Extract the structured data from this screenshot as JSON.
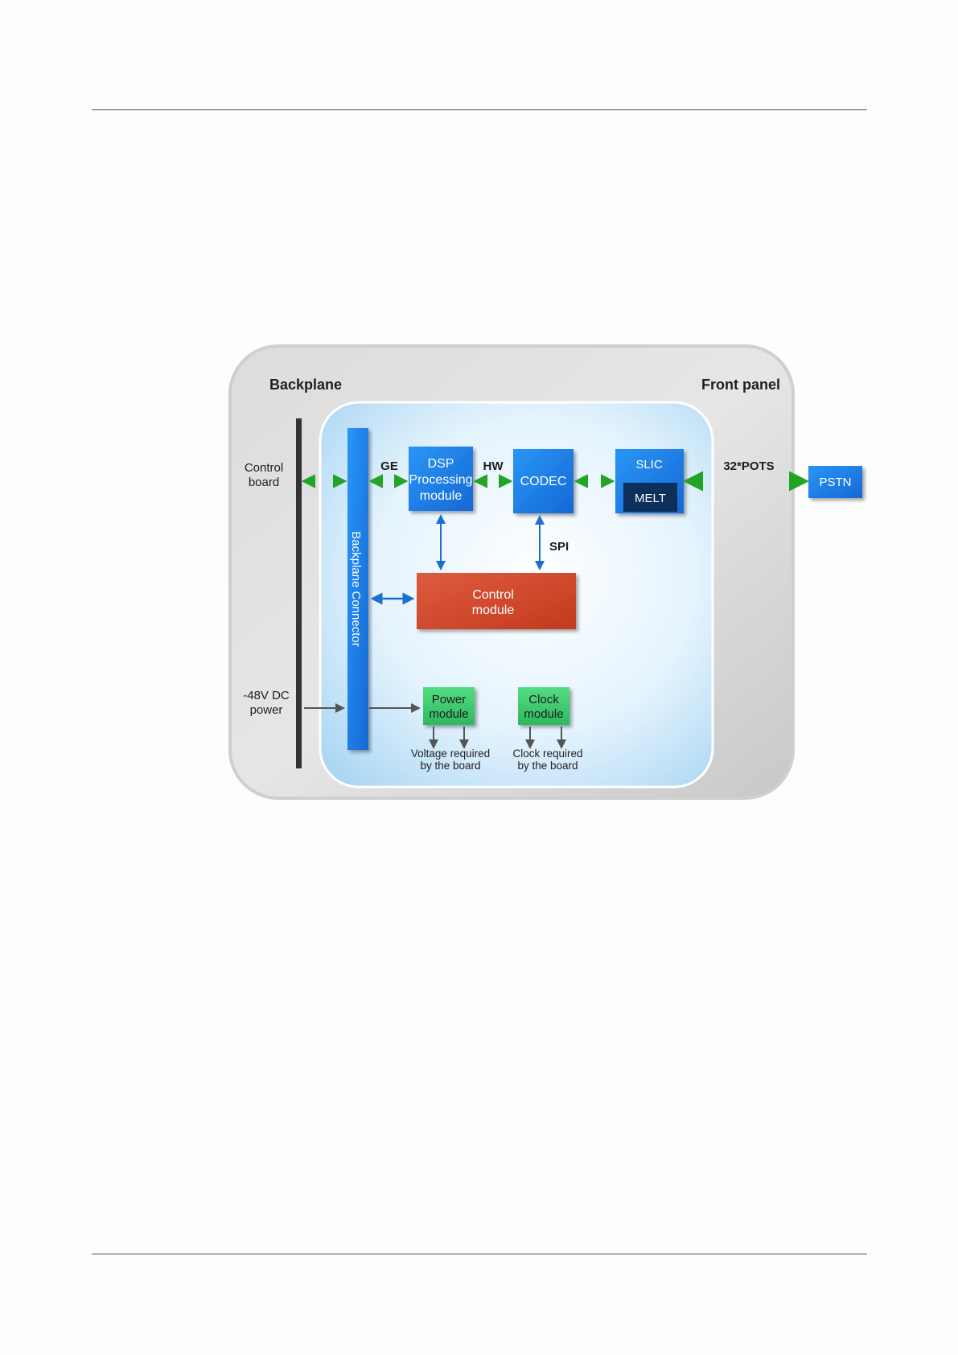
{
  "labels": {
    "backplane": "Backplane",
    "front_panel": "Front panel",
    "control_board_1": "Control",
    "control_board_2": "board",
    "power_in_1": "-48V DC",
    "power_in_2": "power",
    "ge": "GE",
    "hw": "HW",
    "spi": "SPI",
    "pots": "32*POTS",
    "voltage_1": "Voltage required",
    "voltage_2": "by the board",
    "clock_req_1": "Clock required",
    "clock_req_2": "by the board"
  },
  "blocks": {
    "backplane_connector": "Backplane Connector",
    "dsp_1": "DSP",
    "dsp_2": "Processing",
    "dsp_3": "module",
    "codec": "CODEC",
    "slic": "SLIC",
    "melt": "MELT",
    "pstn": "PSTN",
    "control_1": "Control",
    "control_2": "module",
    "power_1": "Power",
    "power_2": "module",
    "clock_1": "Clock",
    "clock_2": "module"
  },
  "colors": {
    "blue_block": "#1e7fe6",
    "melt_block": "#0c2f5c",
    "control_block": "#d24a2e",
    "green_block": "#3ccf6e",
    "green_arrow": "#28b02a",
    "blue_arrow": "#1c6fd0",
    "gray_arrow": "#555555"
  }
}
